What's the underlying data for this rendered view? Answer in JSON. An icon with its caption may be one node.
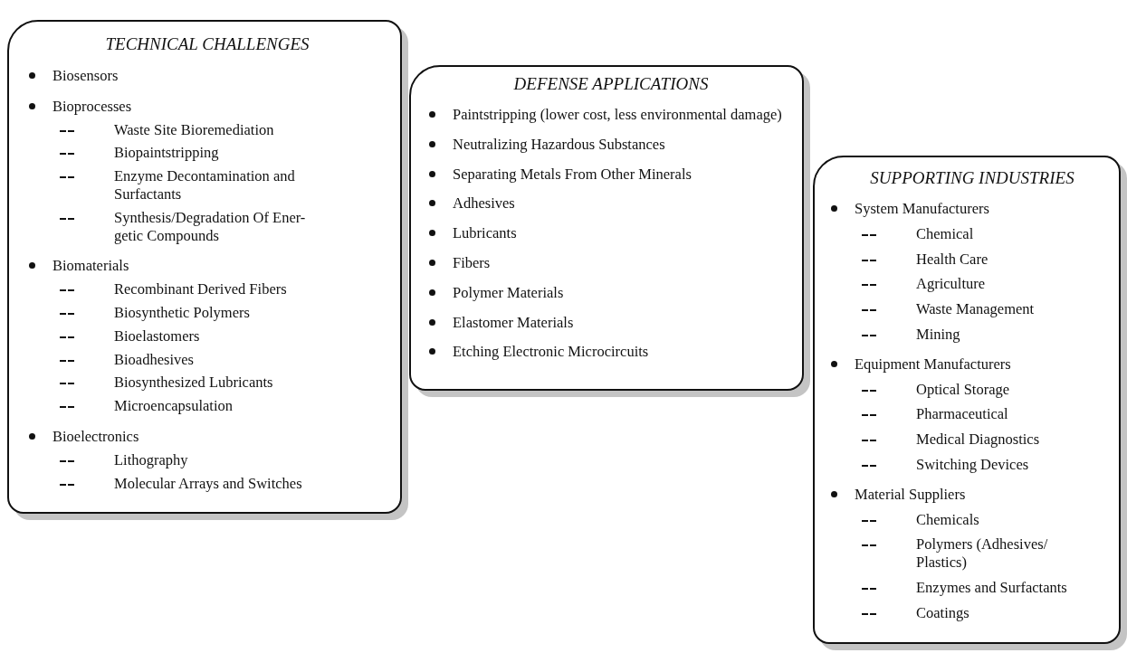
{
  "diagram": {
    "nodes": [
      {
        "text": [
          "TECHNICAL CHALLENGES",
          "Biosensors",
          "Bioprocesses",
          "Waste Site Bioremediation",
          "Biopaintstripping",
          "Enzyme Decontamination and Surfactants",
          "Synthesis/Degradation Of Ener-getic Compounds",
          "Biomaterials",
          "Recombinant Derived Fibers",
          "Biosynthetic Polymers",
          "Bioelastomers",
          "Bioadhesives",
          "Biosynthesized Lubricants",
          "Microencapsulation",
          "Bioelectronics",
          "Lithography",
          "Molecular Arrays and Switches"
        ]
      },
      {
        "text": [
          "DEFENSE APPLICATIONS",
          "Paintstripping (lower cost, less environmental damage)",
          "Neutralizing Hazardous Substances",
          "Separating Metals From Other Minerals",
          "Adhesives",
          "Lubricants",
          "Fibers",
          "Polymer Materials",
          "Elastomer Materials",
          "Etching Electronic Microcircuits"
        ]
      },
      {
        "text": [
          "SUPPORTING INDUSTRIES",
          "System Manufacturers",
          "Chemical",
          "Health Care",
          "Agriculture",
          "Waste Management",
          "Mining",
          "Equipment Manufacturers",
          "Optical Storage",
          "Pharmaceutical",
          "Medical Diagnostics",
          "Switching Devices",
          "Material Suppliers",
          "Chemicals",
          "Polymers (Adhesives/ Plastics)",
          "Enzymes and Surfactants",
          "Coatings"
        ]
      }
    ]
  }
}
